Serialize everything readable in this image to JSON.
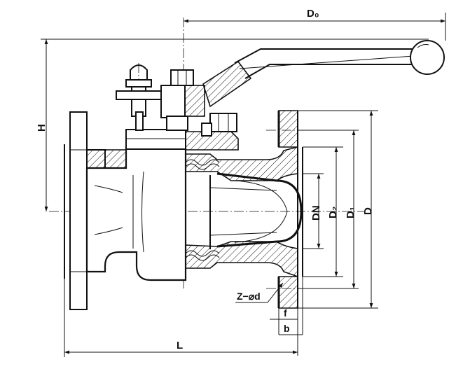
{
  "drawing": {
    "labels": {
      "D0": "D₀",
      "H": "H",
      "DN": "DN",
      "D2": "D₂",
      "D1": "D₁",
      "D": "D",
      "Zd": "Z−⌀d",
      "f": "f",
      "b": "b",
      "L": "L"
    }
  }
}
